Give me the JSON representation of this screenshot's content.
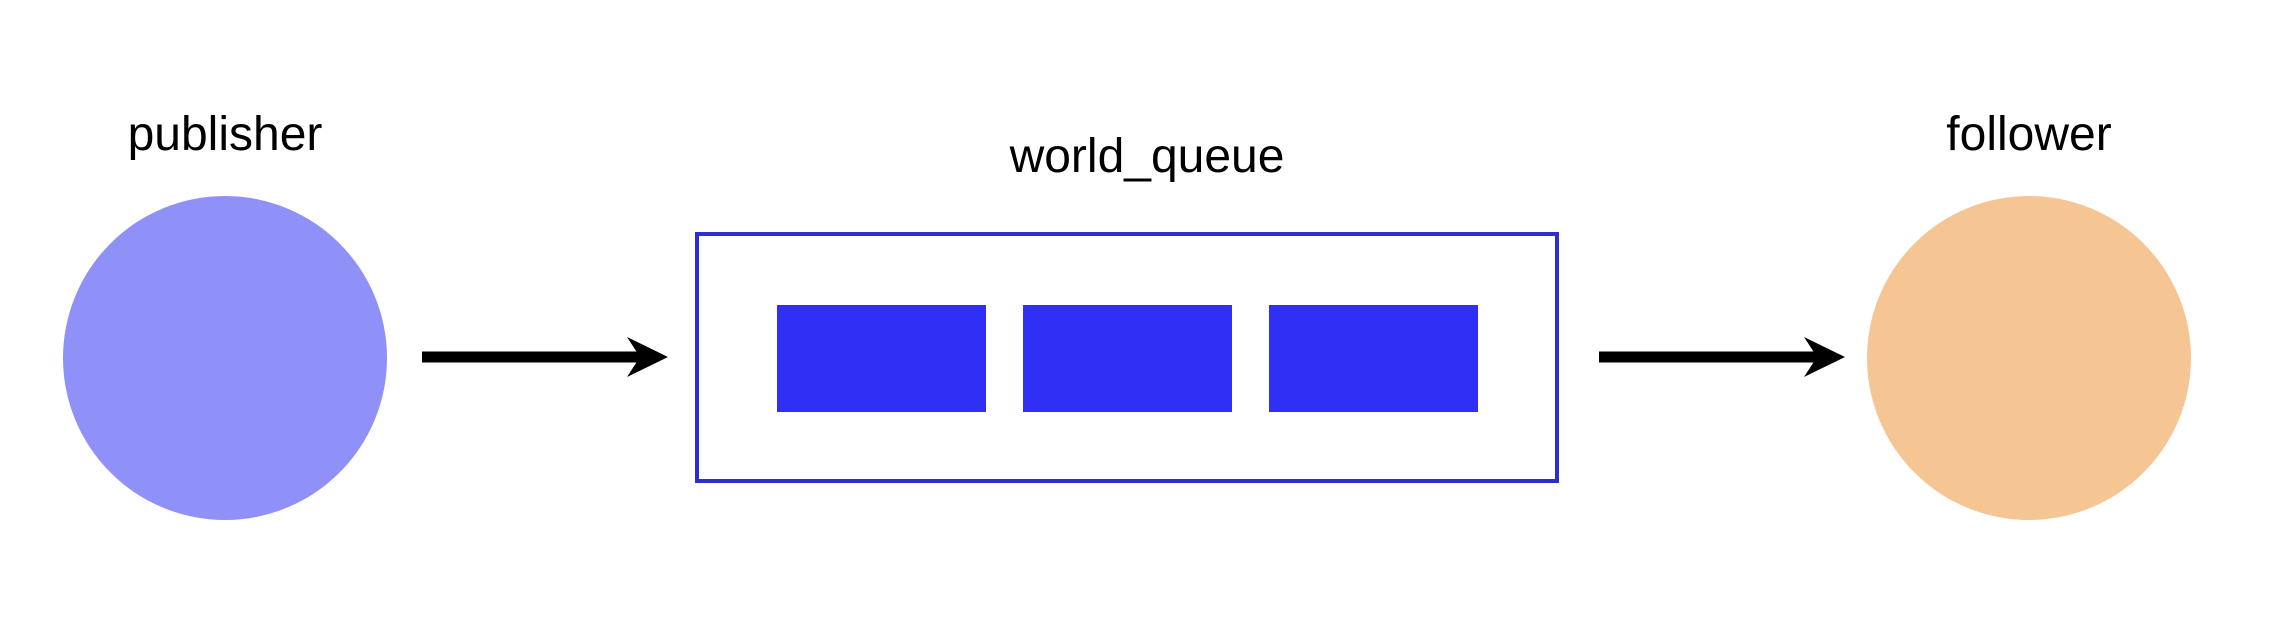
{
  "publisher": {
    "label": "publisher",
    "color": "#8f90f8"
  },
  "queue": {
    "label": "world_queue",
    "border_color": "#2e2ecf",
    "message_color": "#2f2ff5",
    "message_count": 3
  },
  "follower": {
    "label": "follower",
    "color": "#f5c693"
  },
  "arrows": {
    "color": "#000000",
    "items": [
      {
        "from": "publisher",
        "to": "world_queue"
      },
      {
        "from": "world_queue",
        "to": "follower"
      }
    ]
  }
}
